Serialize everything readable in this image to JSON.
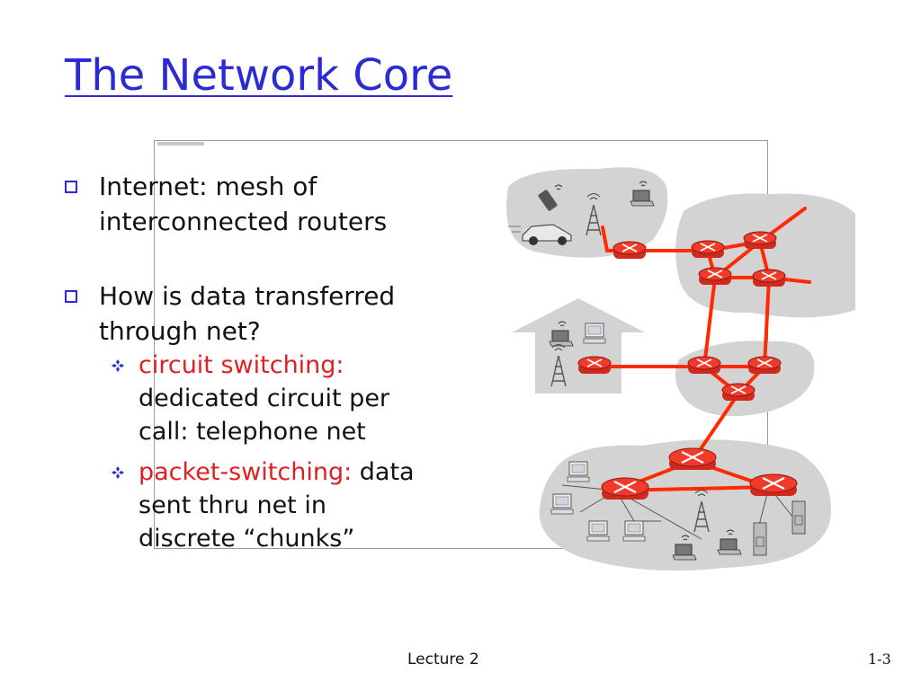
{
  "slide": {
    "title": "The Network Core",
    "bullets": [
      {
        "lines": [
          "Internet: mesh of",
          "interconnected routers"
        ]
      },
      {
        "lines": [
          "How is data transferred",
          "through net?"
        ]
      }
    ],
    "sub_bullets": [
      {
        "highlight": "circuit switching:",
        "lines": [
          "dedicated circuit per",
          "call: telephone net"
        ]
      },
      {
        "highlight": "packet-switching:",
        "after": " data",
        "lines": [
          "sent thru net in",
          "discrete “chunks”"
        ]
      }
    ],
    "footer_left": "Lecture 2",
    "footer_right": "1-3"
  },
  "colors": {
    "title": "#2a2ad6",
    "highlight": "#e02020",
    "link": "#ff2a00",
    "router": "#f23a2a",
    "cloud": "#d3d3d3"
  },
  "icons": [
    "square-bullet-icon",
    "diamond-bullet-icon",
    "router-icon",
    "laptop-icon",
    "desktop-icon",
    "server-icon",
    "cellphone-icon",
    "car-icon",
    "antenna-tower-icon"
  ]
}
